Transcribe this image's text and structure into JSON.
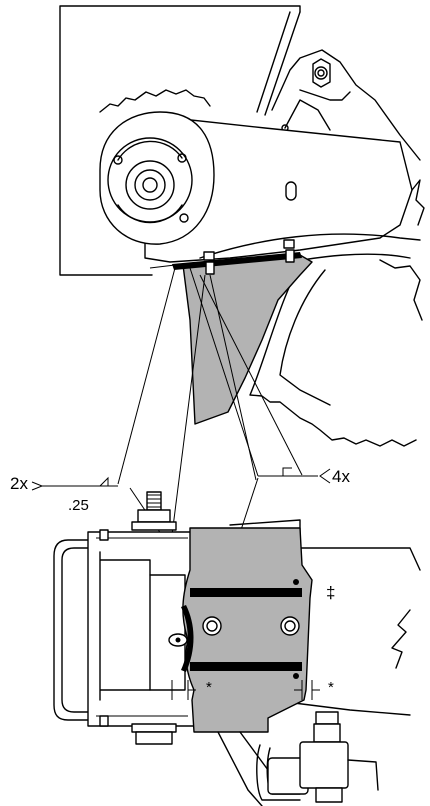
{
  "callouts": {
    "weld_count_left": "2x",
    "weld_size": ".25",
    "weld_count_right": "4x",
    "dagger_mark": "‡",
    "asterisk_left": "*",
    "asterisk_right": "*"
  }
}
